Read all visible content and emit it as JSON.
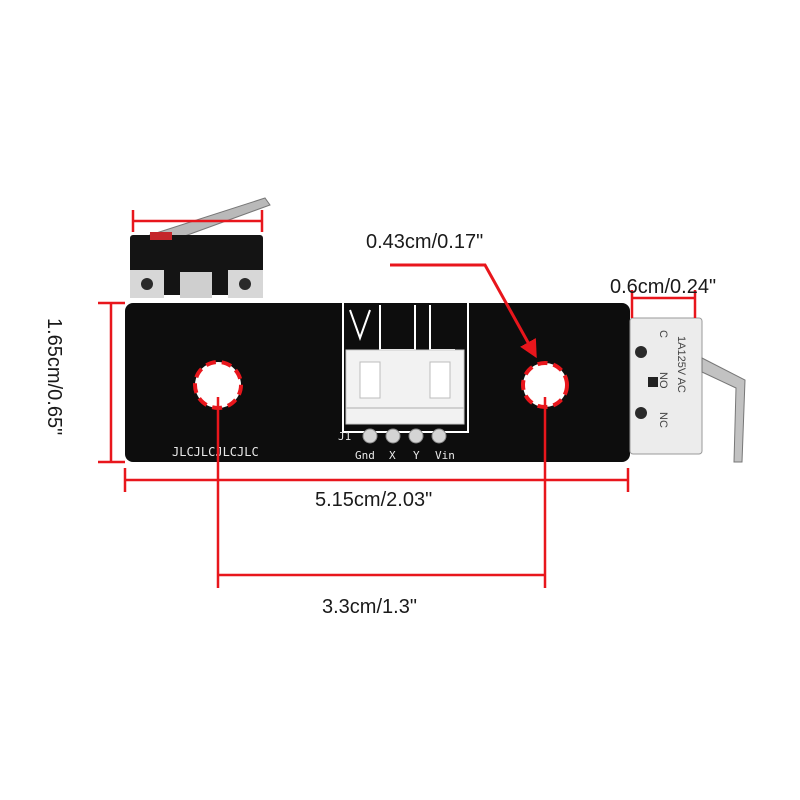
{
  "dimensions": {
    "hole_diameter": "0.43cm/0.17\"",
    "switch_thickness": "0.6cm/0.24\"",
    "board_height": "1.65cm/0.65\"",
    "board_width": "5.15cm/2.03\"",
    "hole_spacing": "3.3cm/1.3\""
  },
  "board": {
    "silkscreen": "JLCJLCJLCJLC",
    "connector_ref": "J1",
    "pins": [
      "Gnd",
      "X",
      "Y",
      "Vin"
    ]
  },
  "switch_right": {
    "rating": "1A125V AC",
    "pins": [
      "C",
      "NO",
      "NC"
    ]
  },
  "colors": {
    "dimension_red": "#e8161c",
    "board_black": "#0d0d0d",
    "connector_white": "#f2f2f2"
  }
}
